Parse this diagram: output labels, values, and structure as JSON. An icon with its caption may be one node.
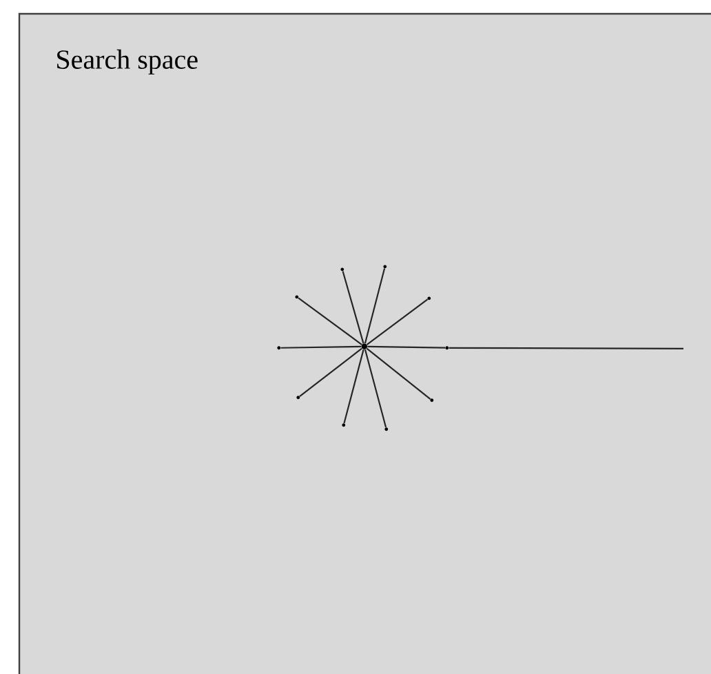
{
  "diagram": {
    "nodes": [
      {
        "text": [
          "Search space"
        ]
      },
      {
        "text": [],
        "shape": "circle",
        "in": 0
      },
      {
        "text": [],
        "shape": "circle",
        "in": 0
      },
      {
        "text": [],
        "shape": "circle",
        "in": 0
      },
      {
        "text": [],
        "shape": "circle",
        "in": 0
      },
      {
        "text": [],
        "shape": "circle",
        "in": 0
      },
      {
        "text": [],
        "shape": "circle",
        "in": 0
      },
      {
        "text": [],
        "shape": "circle",
        "in": 0
      },
      {
        "text": [],
        "shape": "circle",
        "in": 0
      },
      {
        "text": [],
        "shape": "circle",
        "in": 0
      },
      {
        "text": [],
        "shape": "circle",
        "in": 0
      },
      {
        "text": [],
        "shape": "circle",
        "in": 0
      }
    ],
    "edges": [
      {
        "from": 1,
        "to": 2,
        "arrow": "none"
      },
      {
        "from": 1,
        "to": 3,
        "arrow": "none"
      },
      {
        "from": 1,
        "to": 4,
        "arrow": "none"
      },
      {
        "from": 1,
        "to": 5,
        "arrow": "none"
      },
      {
        "from": 1,
        "to": 6,
        "arrow": "none"
      },
      {
        "from": 1,
        "to": 7,
        "arrow": "none"
      },
      {
        "from": 1,
        "to": 8,
        "arrow": "none"
      },
      {
        "from": 1,
        "to": 9,
        "arrow": "none"
      },
      {
        "from": 1,
        "to": 10,
        "arrow": "none"
      },
      {
        "from": 1,
        "to": 11,
        "arrow": "none"
      },
      {
        "from": 7,
        "to": null,
        "arrow": "none"
      }
    ]
  }
}
